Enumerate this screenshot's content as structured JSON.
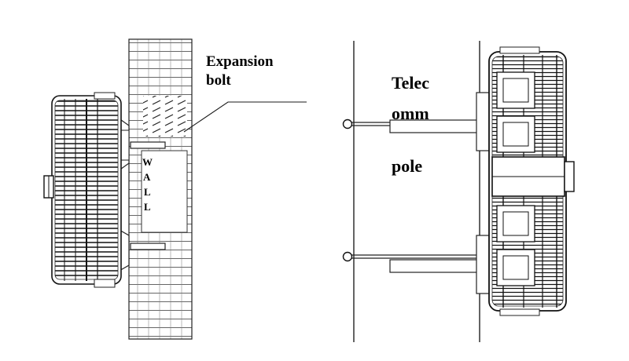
{
  "labels": {
    "expansion_line1": "Expansion",
    "expansion_line2": "bolt",
    "wall_letters": [
      "W",
      "A",
      "L",
      "L"
    ],
    "pole_line1": "Telec",
    "pole_line2": "omm",
    "pole_line3": "pole"
  },
  "colors": {
    "line": "#1a1a1a",
    "background": "#ffffff",
    "hatch": "#555555"
  }
}
